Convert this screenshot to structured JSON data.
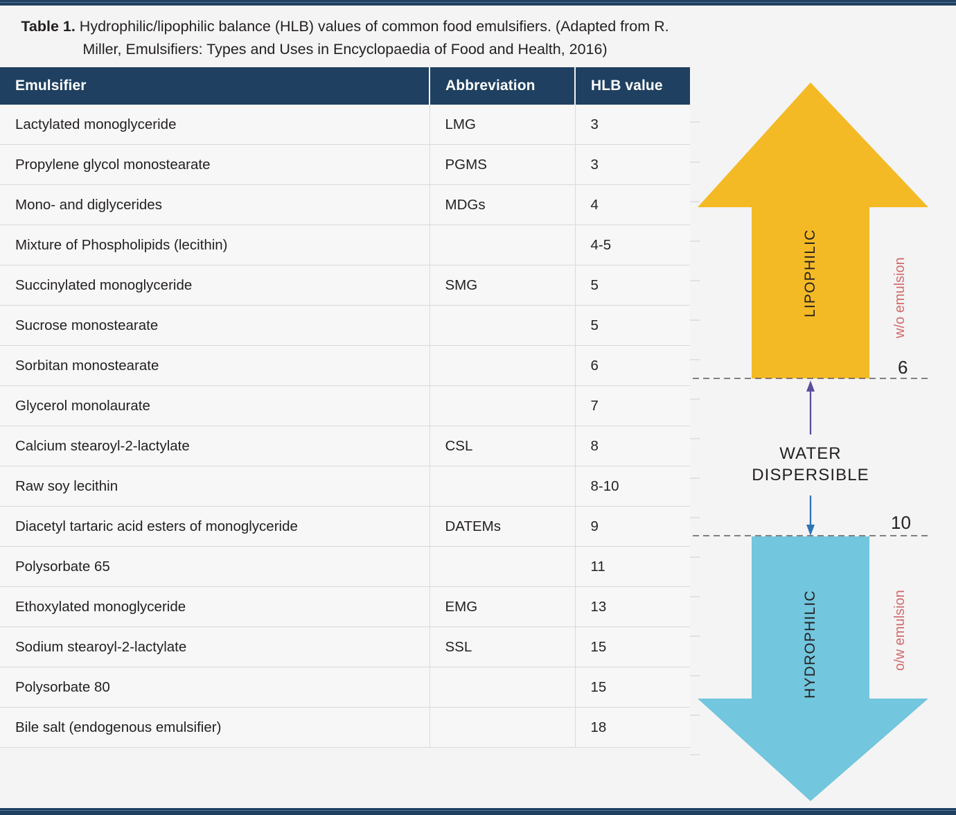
{
  "caption": {
    "lead": "Table 1.",
    "text": " Hydrophilic/lipophilic balance (HLB) values of common food emulsifiers. (Adapted from R. Miller, Emulsifiers: Types and Uses in Encyclopaedia of Food and Health, 2016)"
  },
  "table": {
    "headers": [
      "Emulsifier",
      "Abbreviation",
      "HLB value"
    ],
    "rows": [
      {
        "emulsifier": "Lactylated monoglyceride",
        "abbreviation": "LMG",
        "hlb": "3"
      },
      {
        "emulsifier": "Propylene glycol monostearate",
        "abbreviation": "PGMS",
        "hlb": "3"
      },
      {
        "emulsifier": "Mono- and diglycerides",
        "abbreviation": "MDGs",
        "hlb": "4"
      },
      {
        "emulsifier": "Mixture of Phospholipids (lecithin)",
        "abbreviation": "",
        "hlb": "4-5"
      },
      {
        "emulsifier": "Succinylated monoglyceride",
        "abbreviation": "SMG",
        "hlb": "5"
      },
      {
        "emulsifier": "Sucrose monostearate",
        "abbreviation": "",
        "hlb": "5"
      },
      {
        "emulsifier": "Sorbitan monostearate",
        "abbreviation": "",
        "hlb": "6"
      },
      {
        "emulsifier": "Glycerol monolaurate",
        "abbreviation": "",
        "hlb": "7"
      },
      {
        "emulsifier": "Calcium stearoyl-2-lactylate",
        "abbreviation": "CSL",
        "hlb": "8"
      },
      {
        "emulsifier": "Raw soy lecithin",
        "abbreviation": "",
        "hlb": "8-10"
      },
      {
        "emulsifier": "Diacetyl tartaric acid esters of monoglyceride",
        "abbreviation": "DATEMs",
        "hlb": "9"
      },
      {
        "emulsifier": "Polysorbate 65",
        "abbreviation": "",
        "hlb": "11"
      },
      {
        "emulsifier": "Ethoxylated monoglyceride",
        "abbreviation": "EMG",
        "hlb": "13"
      },
      {
        "emulsifier": "Sodium stearoyl-2-lactylate",
        "abbreviation": "SSL",
        "hlb": "15"
      },
      {
        "emulsifier": "Polysorbate 80",
        "abbreviation": "",
        "hlb": "15"
      },
      {
        "emulsifier": "Bile salt (endogenous emulsifier)",
        "abbreviation": "",
        "hlb": "18"
      }
    ]
  },
  "diagram": {
    "up_arrow_label": "LIPOPHILIC",
    "up_arrow_side_label": "w/o emulsion",
    "down_arrow_label": "HYDROPHILIC",
    "down_arrow_side_label": "o/w emulsion",
    "middle_label_line1": "WATER",
    "middle_label_line2": "DISPERSIBLE",
    "threshold_upper": "6",
    "threshold_lower": "10",
    "colors": {
      "lipophilic_arrow": "#F4BA26",
      "hydrophilic_arrow": "#72C6DD",
      "header_navy": "#1F4060",
      "side_label_red": "#D26A6A",
      "up_connector": "#5B4E9E",
      "down_connector": "#2E74B5"
    }
  }
}
